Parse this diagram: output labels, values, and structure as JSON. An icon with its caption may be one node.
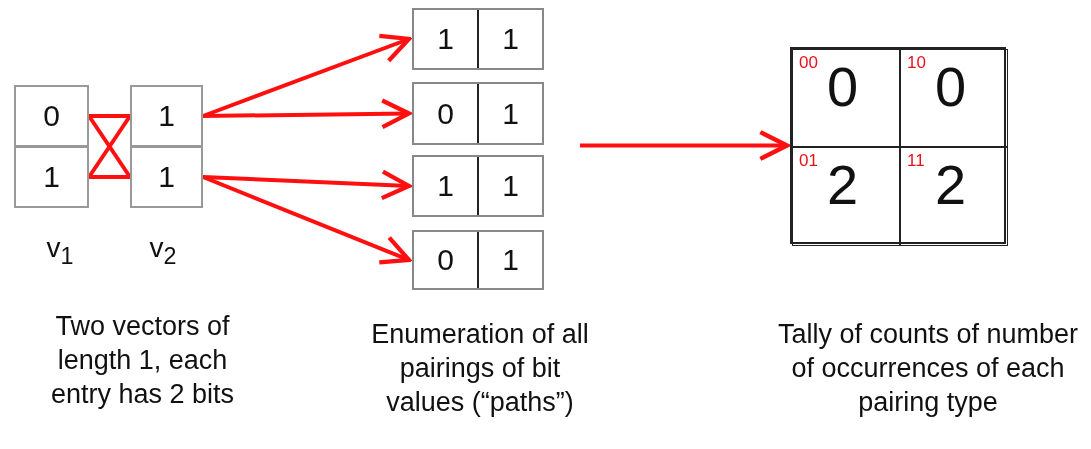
{
  "diagram": {
    "nodes": [
      {
        "text": [
          "0"
        ]
      },
      {
        "text": [
          "1"
        ]
      },
      {
        "text": [
          "1"
        ]
      },
      {
        "text": [
          "1"
        ]
      },
      {
        "text": [
          "1",
          "1"
        ]
      },
      {
        "text": [
          "0",
          "1"
        ]
      },
      {
        "text": [
          "1",
          "1"
        ]
      },
      {
        "text": [
          "0",
          "1"
        ]
      },
      {
        "text": [],
        "shape": "box"
      },
      {
        "text": [
          "00",
          "0"
        ],
        "in": 8
      },
      {
        "text": [
          "10",
          "0"
        ],
        "in": 8
      },
      {
        "text": [
          "01",
          "2"
        ],
        "in": 8
      },
      {
        "text": [
          "11",
          "2"
        ],
        "in": 8
      }
    ],
    "edges": [
      {
        "from": 0,
        "to": 2,
        "arrow": "none"
      },
      {
        "from": 0,
        "to": 3,
        "arrow": "none"
      },
      {
        "from": 1,
        "to": 2,
        "arrow": "none"
      },
      {
        "from": 1,
        "to": 3,
        "arrow": "none"
      },
      {
        "from": 2,
        "to": 4,
        "arrow": "to"
      },
      {
        "from": 2,
        "to": 5,
        "arrow": "to"
      },
      {
        "from": 3,
        "to": 6,
        "arrow": "to"
      },
      {
        "from": 3,
        "to": 7,
        "arrow": "to"
      },
      {
        "from": null,
        "to": 8,
        "arrow": "to"
      }
    ],
    "labels": [
      "v$_{1}$",
      "v$_{2}$",
      "Two vectors of length 1, each entry has 2 bits",
      "Enumeration of all pairings of bit values (“paths”)",
      "Tally of counts of number of occurrences of each pairing type"
    ]
  }
}
